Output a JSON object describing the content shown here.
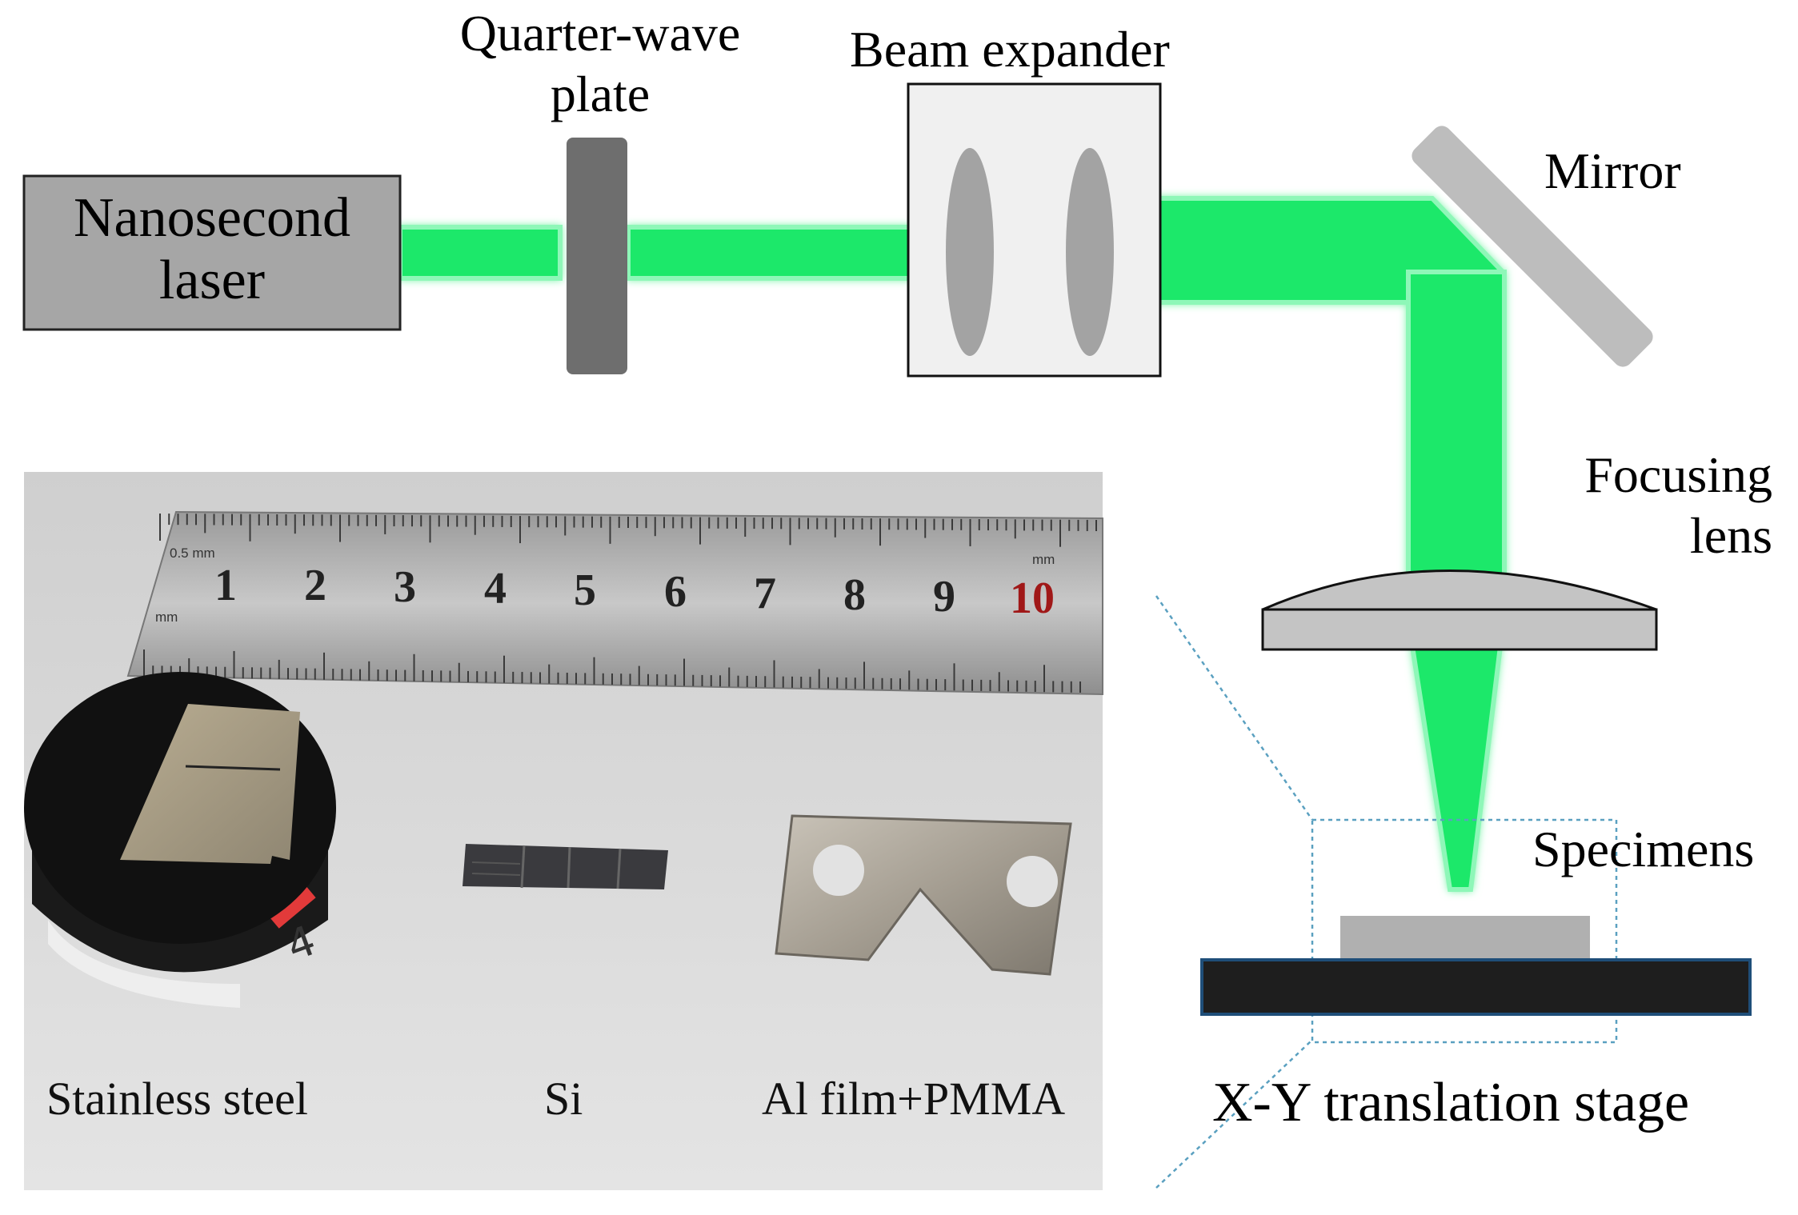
{
  "labels": {
    "laser_line1": "Nanosecond",
    "laser_line2": "laser",
    "qwp_line1": "Quarter-wave",
    "qwp_line2": "plate",
    "beam_expander": "Beam expander",
    "mirror": "Mirror",
    "focusing_line1": "Focusing",
    "focusing_line2": "lens",
    "specimens": "Specimens",
    "stage": "X-Y translation stage"
  },
  "photo": {
    "captions": [
      "Stainless steel",
      "Si",
      "Al film+PMMA"
    ],
    "ruler": {
      "numbers": [
        "1",
        "2",
        "3",
        "4",
        "5",
        "6",
        "7",
        "8",
        "9",
        "10"
      ],
      "unit_top": "0.5 mm",
      "unit_right": "mm",
      "unit_left": "mm"
    },
    "sample_mark": "4"
  },
  "colors": {
    "beam": "#1ee86a",
    "beam_glow": "#7ef5a8",
    "laser_box": "#a6a6a6",
    "plate": "#6e6e6e",
    "lens": "#a3a3a3",
    "mirror": "#bdbdbd",
    "stage": "#1e1e1e",
    "stage_edge": "#1f4e79",
    "specimen": "#b0b0b0",
    "zoom_lines": "#5aa0c0",
    "photo_bg": "#dcdcdc",
    "ruler_red": "#a01818"
  }
}
